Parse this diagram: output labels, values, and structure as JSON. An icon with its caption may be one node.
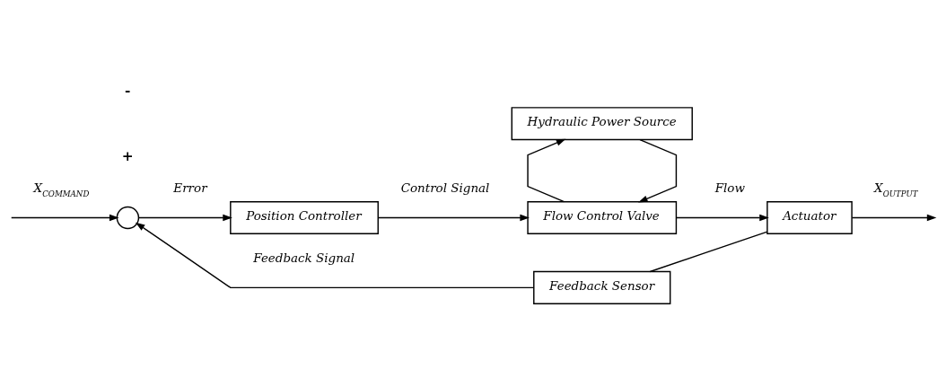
{
  "diagram": {
    "nodes": [
      {
        "text": [],
        "shape": "circle"
      },
      {
        "text": [
          "Position Controller"
        ]
      },
      {
        "text": [
          "Hydraulic Power Source"
        ]
      },
      {
        "text": [
          "Flow Control Valve"
        ]
      },
      {
        "text": [
          "Actuator"
        ]
      },
      {
        "text": [
          "Feedback Sensor"
        ]
      }
    ],
    "edges": [
      {
        "from": null,
        "to": 0,
        "arrow": "to",
        "label": "X$_{COMMAND}$"
      },
      {
        "from": 0,
        "to": 1,
        "arrow": "to",
        "label": "Error"
      },
      {
        "from": 1,
        "to": 3,
        "arrow": "to",
        "label": "Control Signal"
      },
      {
        "from": 2,
        "to": 3,
        "arrow": "to"
      },
      {
        "from": 3,
        "to": 2,
        "arrow": "to"
      },
      {
        "from": 3,
        "to": 4,
        "arrow": "to",
        "label": "Flow"
      },
      {
        "from": 4,
        "to": null,
        "arrow": "to",
        "label": "X$_{OUTPUT}$"
      },
      {
        "from": 4,
        "to": 5,
        "arrow": "none"
      },
      {
        "from": 5,
        "to": 0,
        "arrow": "to",
        "label": "Feedback Signal"
      }
    ],
    "labels": [
      "+",
      "-"
    ]
  }
}
